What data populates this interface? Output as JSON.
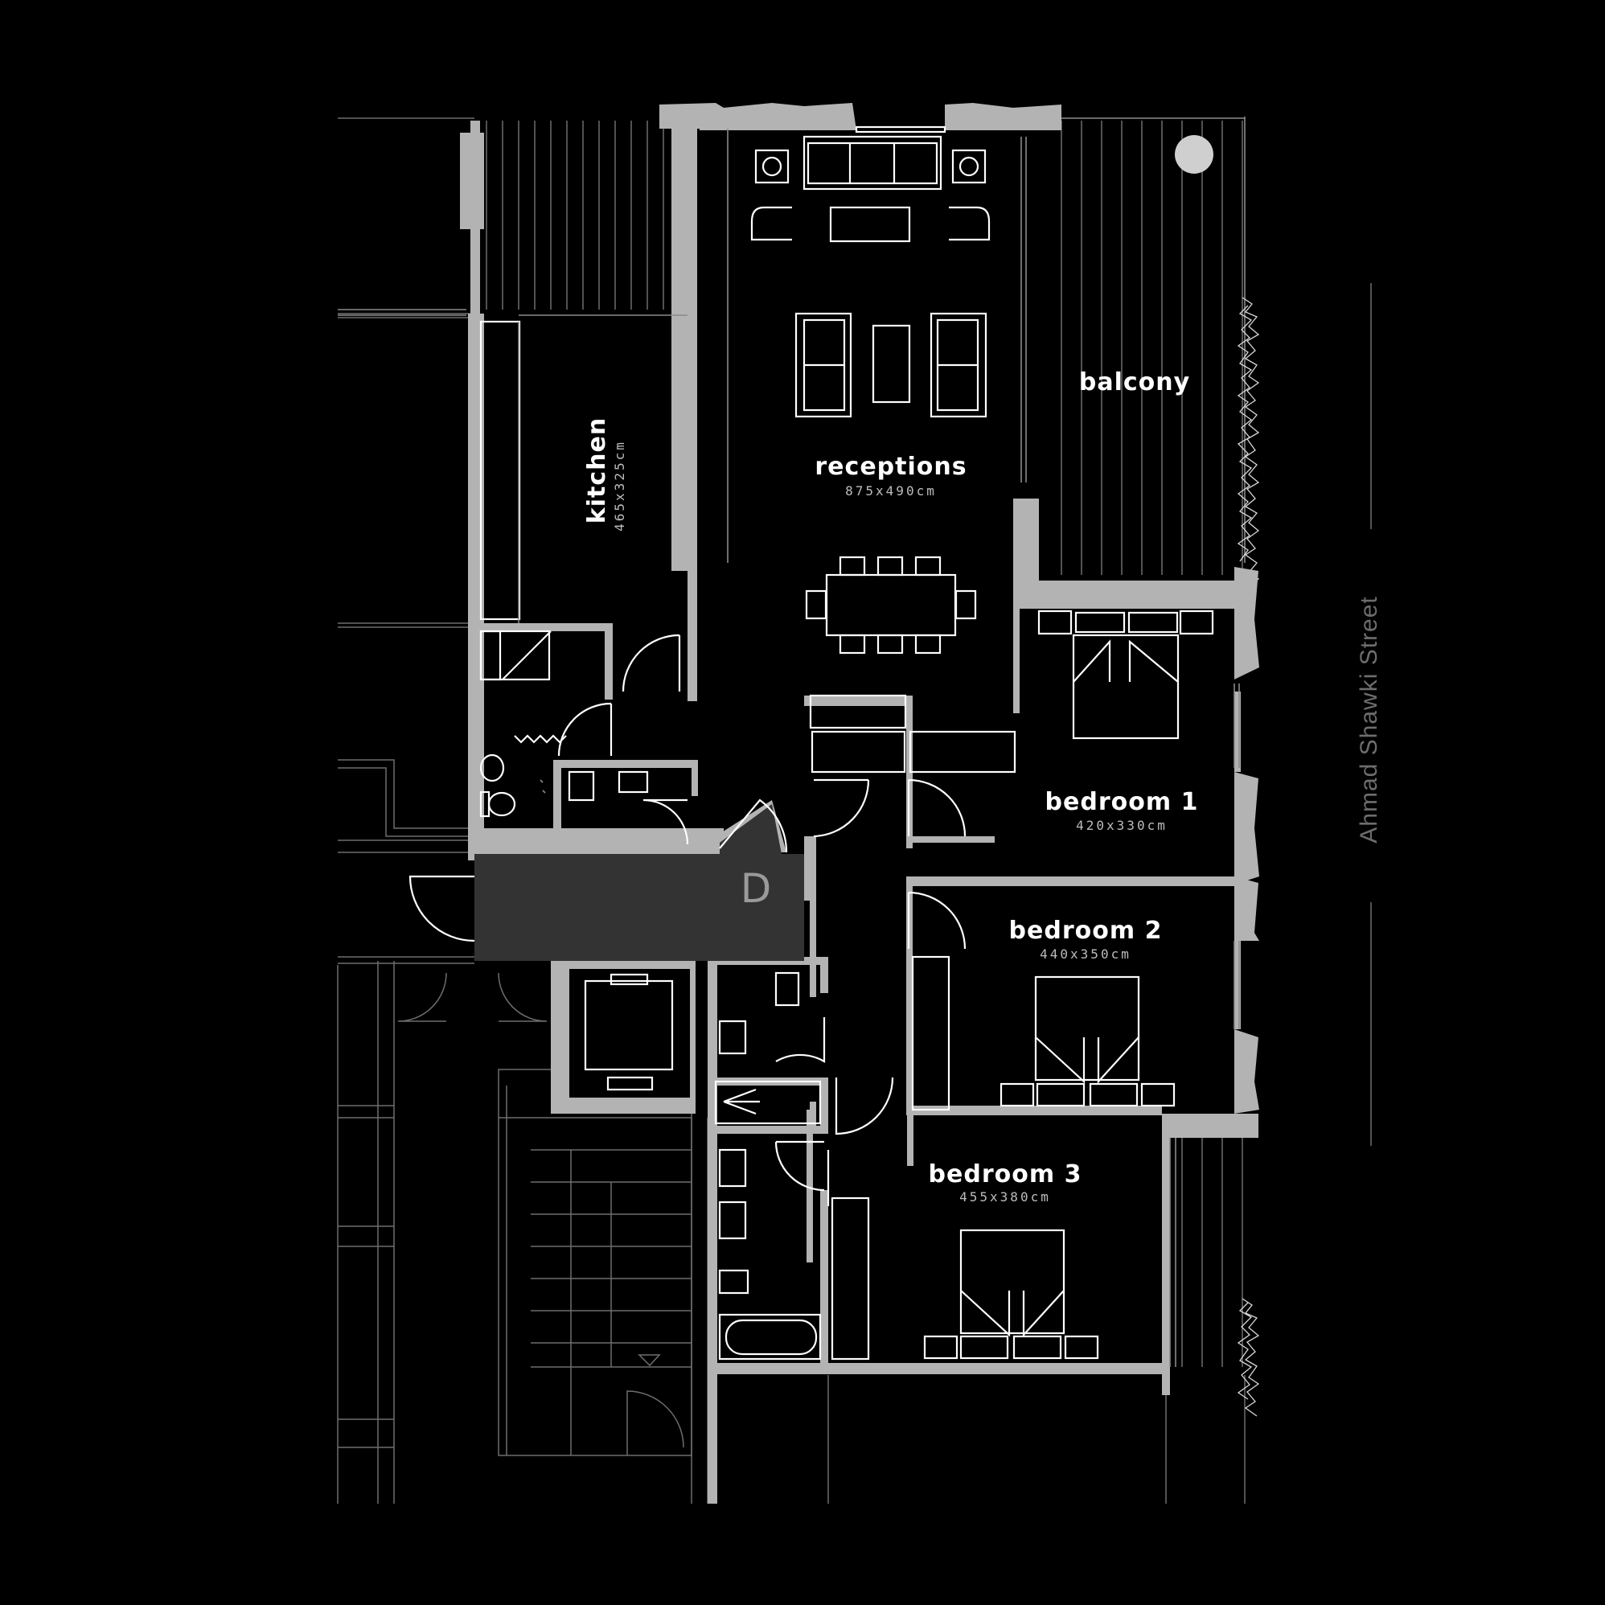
{
  "rooms": {
    "kitchen": {
      "name": "kitchen",
      "dims": "465x325cm"
    },
    "receptions": {
      "name": "receptions",
      "dims": "875x490cm"
    },
    "balcony": {
      "name": "balcony"
    },
    "bedroom1": {
      "name": "bedroom 1",
      "dims": "420x330cm"
    },
    "bedroom2": {
      "name": "bedroom 2",
      "dims": "440x350cm"
    },
    "bedroom3": {
      "name": "bedroom 3",
      "dims": "455x380cm"
    }
  },
  "entrance": {
    "label": "D"
  },
  "street": {
    "name": "Ahmad Shawki Street"
  },
  "colors": {
    "background": "#000000",
    "walls": "#b3b3b3",
    "entrance_hall": "#333333",
    "lines": "#ffffff"
  }
}
